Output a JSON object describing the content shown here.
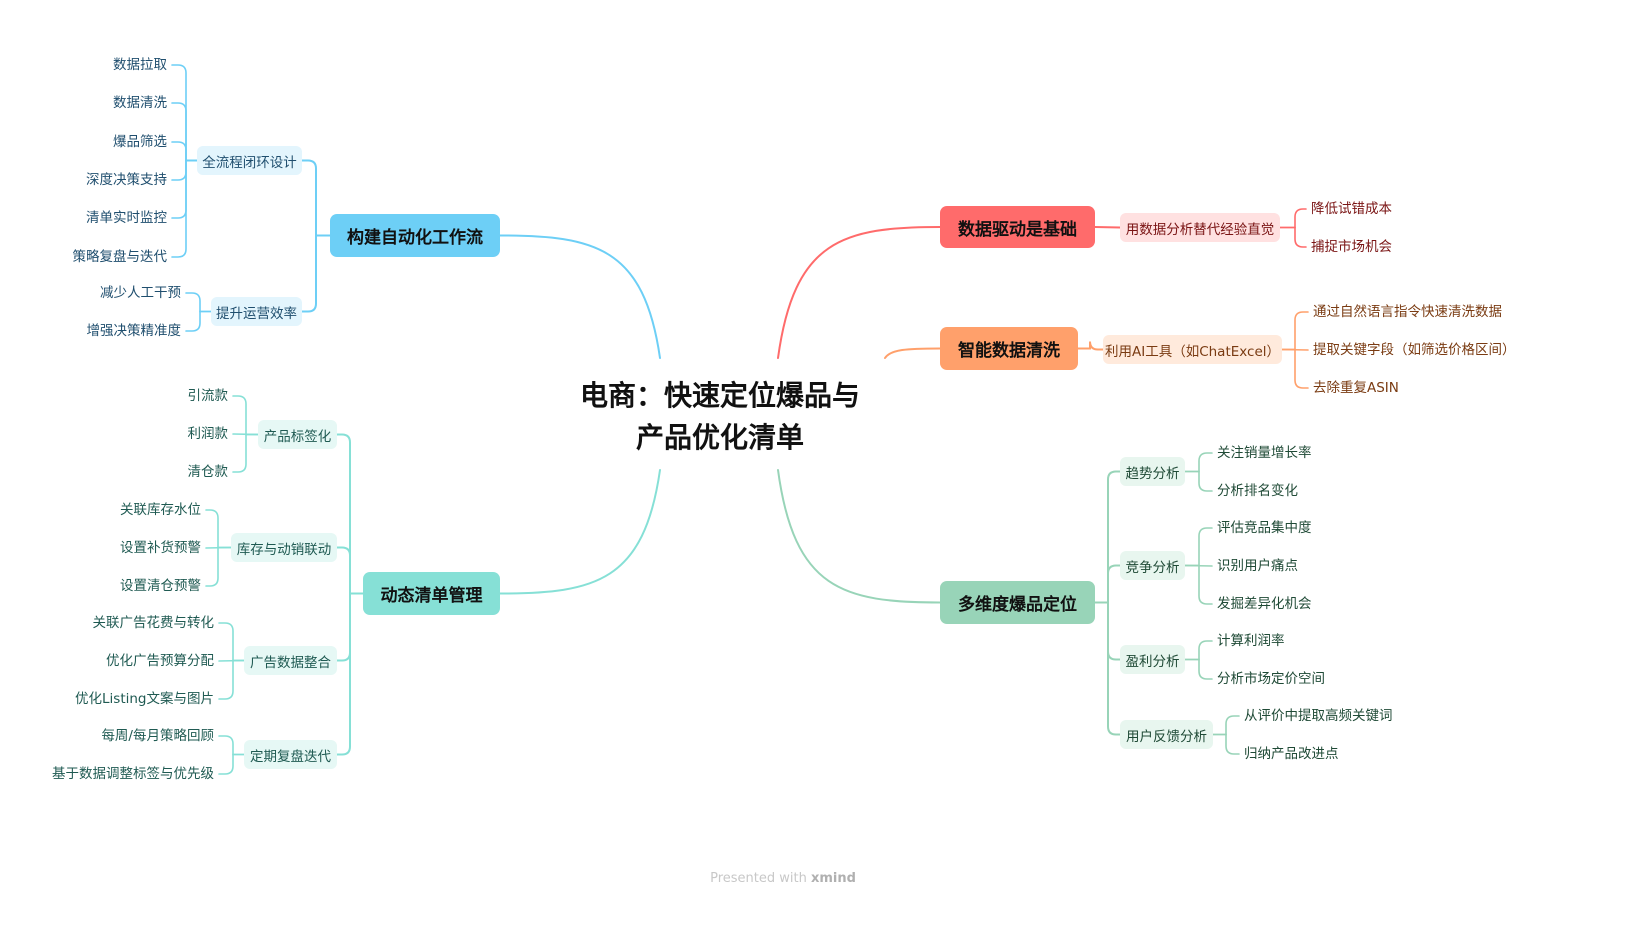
{
  "center": {
    "line1": "电商：快速定位爆品与",
    "line2": "产品优化清单"
  },
  "branches": [
    {
      "label": "构建自动化工作流",
      "color": "#6dcff6",
      "sub_bg": "#e3f5fd",
      "text_color": "#1f4e6e",
      "subs": [
        {
          "label": "全流程闭环设计",
          "leaves": [
            "数据拉取",
            "数据清洗",
            "爆品筛选",
            "深度决策支持",
            "清单实时监控",
            "策略复盘与迭代"
          ]
        },
        {
          "label": "提升运营效率",
          "leaves": [
            "减少人工干预",
            "增强决策精准度"
          ]
        }
      ]
    },
    {
      "label": "动态清单管理",
      "color": "#86e0d6",
      "sub_bg": "#e6f8f5",
      "text_color": "#1f5a52",
      "subs": [
        {
          "label": "产品标签化",
          "leaves": [
            "引流款",
            "利润款",
            "清仓款"
          ]
        },
        {
          "label": "库存与动销联动",
          "leaves": [
            "关联库存水位",
            "设置补货预警",
            "设置清仓预警"
          ]
        },
        {
          "label": "广告数据整合",
          "leaves": [
            "关联广告花费与转化",
            "优化广告预算分配",
            "优化Listing文案与图片"
          ]
        },
        {
          "label": "定期复盘迭代",
          "leaves": [
            "每周/每月策略回顾",
            "基于数据调整标签与优先级"
          ]
        }
      ]
    },
    {
      "label": "数据驱动是基础",
      "color": "#ff6b6b",
      "sub_bg": "#ffe1e1",
      "text_color": "#7a1414",
      "subs": [
        {
          "label": "用数据分析替代经验直觉",
          "leaves": [
            "降低试错成本",
            "捕捉市场机会"
          ]
        }
      ]
    },
    {
      "label": "智能数据清洗",
      "color": "#ffa06b",
      "sub_bg": "#ffeadc",
      "text_color": "#7a3b12",
      "subs": [
        {
          "label": "利用AI工具（如ChatExcel）",
          "leaves": [
            "通过自然语言指令快速清洗数据",
            "提取关键字段（如筛选价格区间）",
            "去除重复ASIN"
          ]
        }
      ]
    },
    {
      "label": "多维度爆品定位",
      "color": "#98d4b8",
      "sub_bg": "#e8f6ef",
      "text_color": "#1f4a36",
      "subs": [
        {
          "label": "趋势分析",
          "leaves": [
            "关注销量增长率",
            "分析排名变化"
          ]
        },
        {
          "label": "竞争分析",
          "leaves": [
            "评估竞品集中度",
            "识别用户痛点",
            "发掘差异化机会"
          ]
        },
        {
          "label": "盈利分析",
          "leaves": [
            "计算利润率",
            "分析市场定价空间"
          ]
        },
        {
          "label": "用户反馈分析",
          "leaves": [
            "从评价中提取高频关键词",
            "归纳产品改进点"
          ]
        }
      ]
    }
  ],
  "footer": {
    "prefix": "Presented with",
    "brand": "xmind"
  }
}
